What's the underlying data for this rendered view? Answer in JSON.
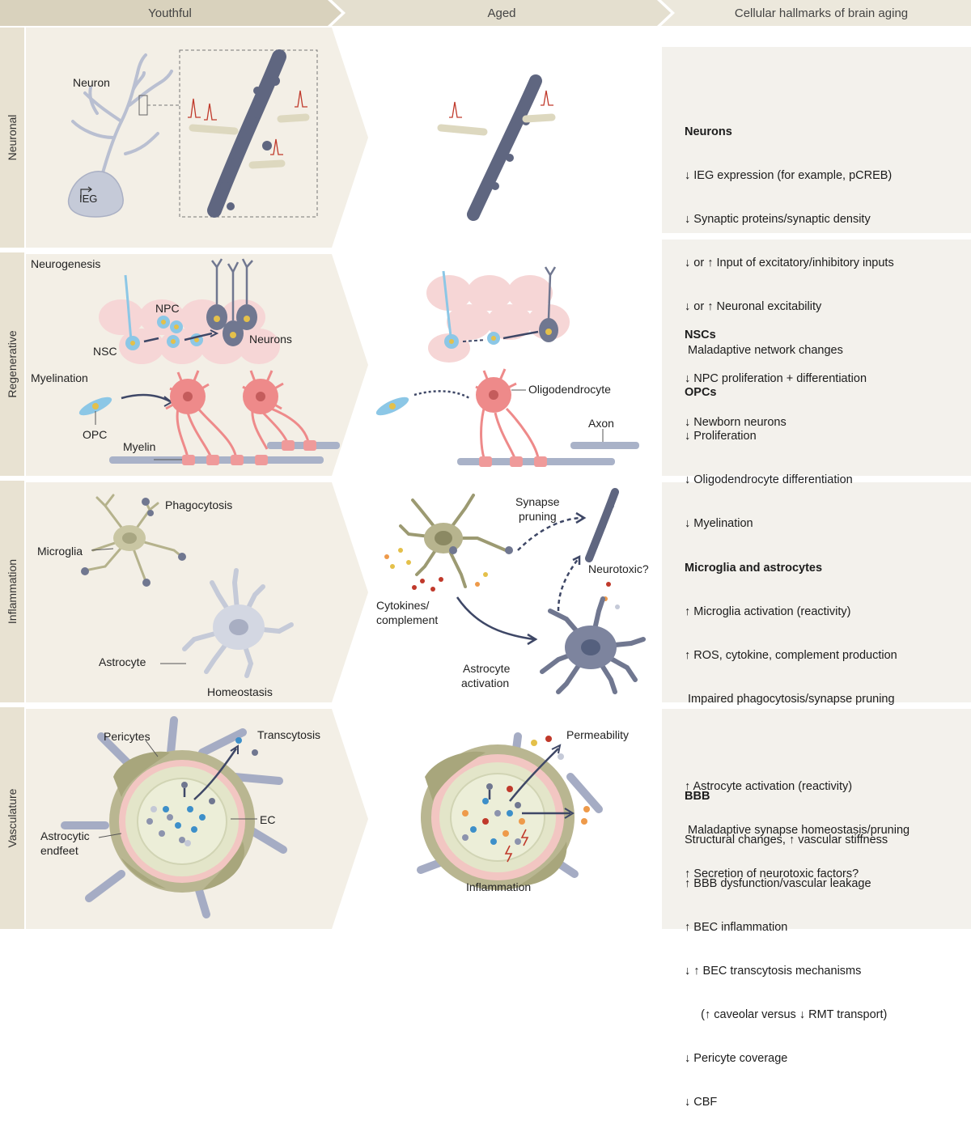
{
  "columns": {
    "youthful": "Youthful",
    "aged": "Aged",
    "hallmarks": "Cellular hallmarks of brain aging"
  },
  "rows": {
    "neuronal": "Neuronal",
    "regenerative": "Regenerative",
    "inflammation": "Inflammation",
    "vasculature": "Vasculature"
  },
  "labels": {
    "neuron": "Neuron",
    "ieg": "IEG",
    "neurogenesis": "Neurogenesis",
    "npc": "NPC",
    "nsc": "NSC",
    "neurons": "Neurons",
    "myelination": "Myelination",
    "opc": "OPC",
    "myelin": "Myelin",
    "oligodendrocyte": "Oligodendrocyte",
    "axon": "Axon",
    "phagocytosis": "Phagocytosis",
    "microglia": "Microglia",
    "astrocyte": "Astrocyte",
    "homeostasis": "Homeostasis",
    "synapse_pruning_1": "Synapse",
    "synapse_pruning_2": "pruning",
    "neurotoxic": "Neurotoxic?",
    "cytokines_1": "Cytokines/",
    "cytokines_2": "complement",
    "astro_act_1": "Astrocyte",
    "astro_act_2": "activation",
    "pericytes": "Pericytes",
    "transcytosis": "Transcytosis",
    "ec": "EC",
    "endfeet_1": "Astrocytic",
    "endfeet_2": "endfeet",
    "permeability": "Permeability",
    "inflammation_lbl": "Inflammation"
  },
  "hallmarks": {
    "neurons": {
      "title": "Neurons",
      "items": [
        "↓ IEG expression (for example, pCREB)",
        "↓ Synaptic proteins/synaptic density",
        "↓ or ↑ Input of excitatory/inhibitory inputs",
        "↓ or ↑ Neuronal excitability",
        " Maladaptive network changes"
      ]
    },
    "nscs": {
      "title": "NSCs",
      "items": [
        "↓ NPC proliferation + differentiation",
        "↓ Newborn neurons"
      ]
    },
    "opcs": {
      "title": "OPCs",
      "items": [
        "↓ Proliferation",
        "↓ Oligodendrocyte differentiation",
        "↓ Myelination"
      ]
    },
    "glia": {
      "title": "Microglia and astrocytes",
      "items": [
        "↑ Microglia activation (reactivity)",
        "↑ ROS, cytokine, complement production",
        " Impaired phagocytosis/synapse pruning",
        "",
        "↑ Astrocyte activation (reactivity)",
        " Maladaptive synapse homeostasis/pruning",
        "↑ Secretion of neurotoxic factors?"
      ]
    },
    "bbb": {
      "title": "BBB",
      "items": [
        "Structural changes, ↑ vascular stiffness",
        "↑ BBB dysfunction/vascular leakage",
        "↑ BEC inflammation",
        "↓ ↑ BEC transcytosis mechanisms",
        "     (↑ caveolar versus ↓ RMT transport)",
        "↓ Pericyte coverage",
        "↓ CBF"
      ]
    }
  }
}
